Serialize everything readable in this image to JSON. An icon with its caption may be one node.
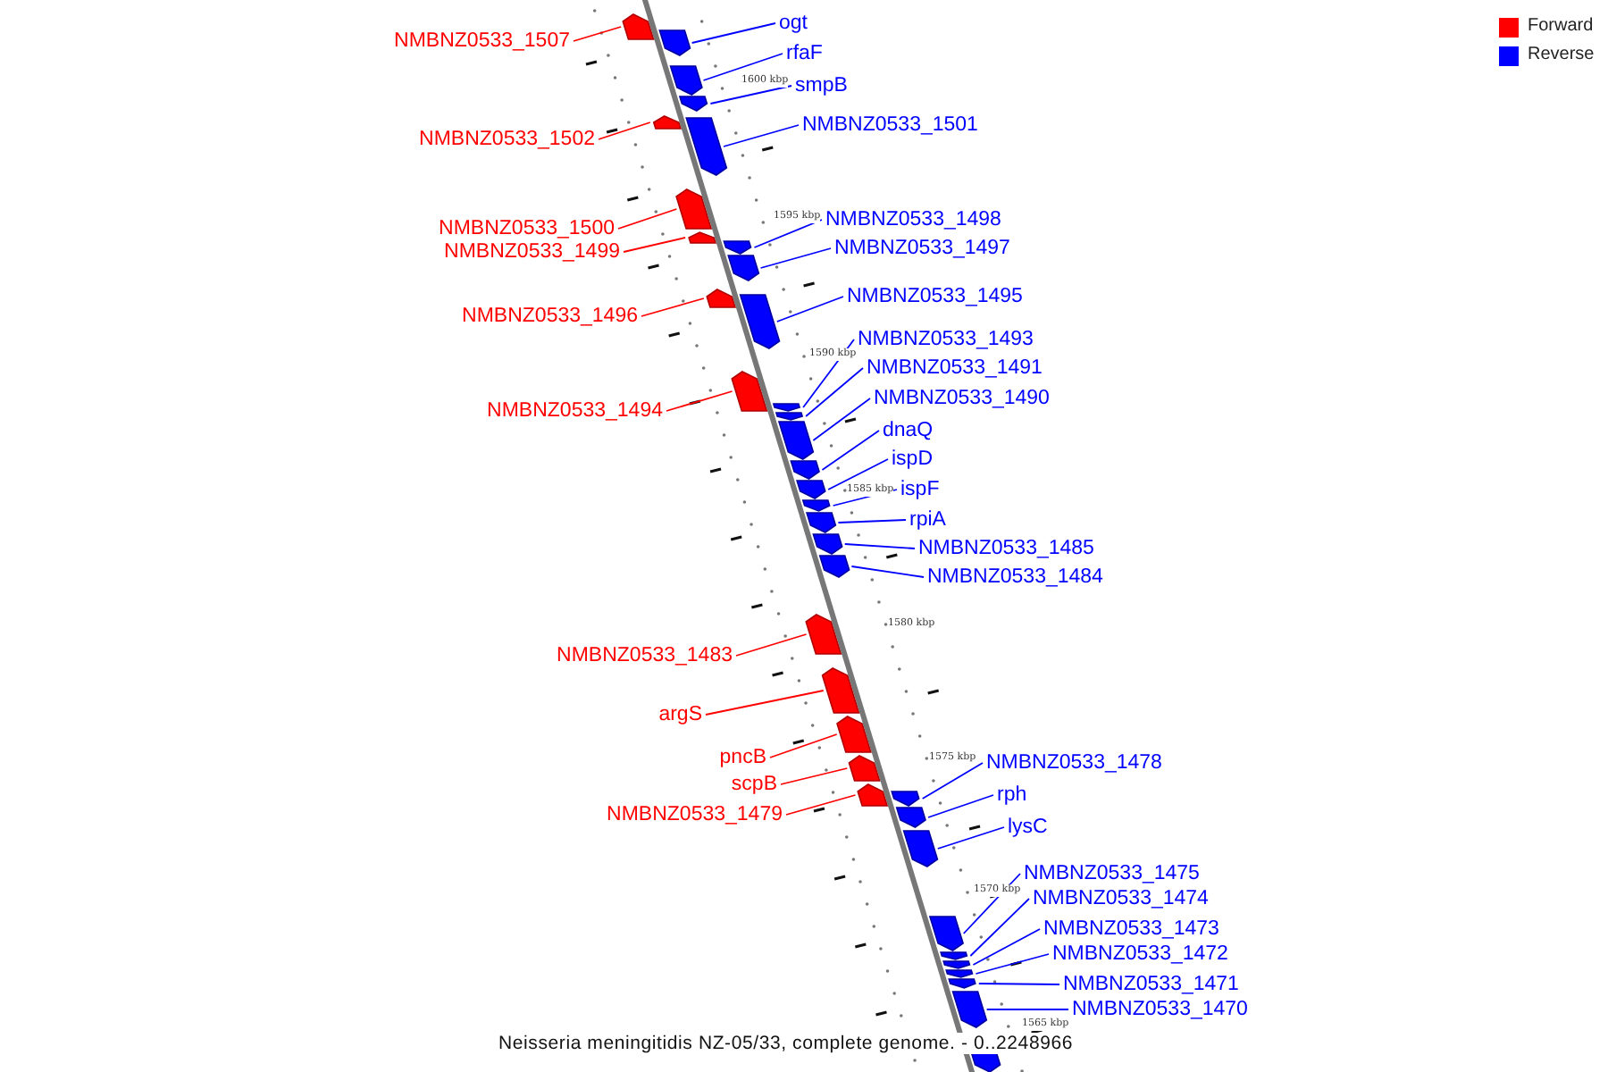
{
  "diagram": {
    "caption": "Neisseria meningitidis NZ-05/33, complete genome. - 0..2248966",
    "nodes": [
      {
        "text": [
          "ogt"
        ]
      },
      {
        "text": [
          "NMBNZ0533_1507"
        ]
      },
      {
        "text": [
          "rfaF"
        ]
      },
      {
        "text": [
          "smpB"
        ]
      },
      {
        "text": [
          "NMBNZ0533_1501"
        ]
      },
      {
        "text": [
          "NMBNZ0533_1502"
        ]
      },
      {
        "text": [
          "NMBNZ0533_1498"
        ]
      },
      {
        "text": [
          "NMBNZ0533_1500"
        ]
      },
      {
        "text": [
          "NMBNZ0533_1497"
        ]
      },
      {
        "text": [
          "NMBNZ0533_1499"
        ]
      },
      {
        "text": [
          "NMBNZ0533_1495"
        ]
      },
      {
        "text": [
          "NMBNZ0533_1496"
        ]
      },
      {
        "text": [
          "NMBNZ0533_1493"
        ]
      },
      {
        "text": [
          "NMBNZ0533_1491"
        ]
      },
      {
        "text": [
          "NMBNZ0533_1490"
        ]
      },
      {
        "text": [
          "NMBNZ0533_1494"
        ]
      },
      {
        "text": [
          "dnaQ"
        ]
      },
      {
        "text": [
          "ispD"
        ]
      },
      {
        "text": [
          "ispF"
        ]
      },
      {
        "text": [
          "rpiA"
        ]
      },
      {
        "text": [
          "NMBNZ0533_1485"
        ]
      },
      {
        "text": [
          "NMBNZ0533_1484"
        ]
      },
      {
        "text": [
          "NMBNZ0533_1483"
        ]
      },
      {
        "text": [
          "argS"
        ]
      },
      {
        "text": [
          "pncB"
        ]
      },
      {
        "text": [
          "NMBNZ0533_1478"
        ]
      },
      {
        "text": [
          "scpB"
        ]
      },
      {
        "text": [
          "rph"
        ]
      },
      {
        "text": [
          "NMBNZ0533_1479"
        ]
      },
      {
        "text": [
          "lysC"
        ]
      },
      {
        "text": [
          "NMBNZ0533_1475"
        ]
      },
      {
        "text": [
          "NMBNZ0533_1474"
        ]
      },
      {
        "text": [
          "NMBNZ0533_1473"
        ]
      },
      {
        "text": [
          "NMBNZ0533_1472"
        ]
      },
      {
        "text": [
          "NMBNZ0533_1471"
        ]
      },
      {
        "text": [
          "NMBNZ0533_1470"
        ]
      },
      {
        "text": [],
        "shape": "box"
      },
      {
        "text": [],
        "shape": "box"
      },
      {
        "text": [],
        "shape": "box"
      },
      {
        "text": [],
        "shape": "box"
      },
      {
        "text": [],
        "shape": "box"
      },
      {
        "text": [],
        "shape": "box"
      },
      {
        "text": [],
        "shape": "box"
      },
      {
        "text": [],
        "shape": "box"
      },
      {
        "text": [],
        "shape": "box"
      },
      {
        "text": [],
        "shape": "box"
      },
      {
        "text": [],
        "shape": "box"
      },
      {
        "text": [],
        "shape": "box"
      },
      {
        "text": [],
        "shape": "box"
      },
      {
        "text": [],
        "shape": "box"
      },
      {
        "text": [],
        "shape": "box"
      },
      {
        "text": [],
        "shape": "box"
      },
      {
        "text": [],
        "shape": "box"
      },
      {
        "text": [],
        "shape": "box"
      },
      {
        "text": [],
        "shape": "box"
      },
      {
        "text": [],
        "shape": "box"
      },
      {
        "text": [],
        "shape": "box"
      },
      {
        "text": [],
        "shape": "box"
      },
      {
        "text": [],
        "shape": "box"
      },
      {
        "text": [],
        "shape": "box"
      },
      {
        "text": [],
        "shape": "box"
      },
      {
        "text": [],
        "shape": "box"
      },
      {
        "text": [],
        "shape": "box"
      },
      {
        "text": [],
        "shape": "box"
      },
      {
        "text": [],
        "shape": "box"
      },
      {
        "text": [],
        "shape": "box"
      },
      {
        "text": [],
        "shape": "box"
      },
      {
        "text": [],
        "shape": "box"
      },
      {
        "text": [],
        "shape": "box"
      },
      {
        "text": [],
        "shape": "box"
      },
      {
        "text": [],
        "shape": "box"
      },
      {
        "text": [],
        "shape": "box"
      },
      {
        "text": [],
        "shape": "box"
      }
    ],
    "edges": [
      {
        "from": 0,
        "to": 37,
        "arrow": "none"
      },
      {
        "from": 1,
        "to": 36,
        "arrow": "none",
        "color": "#ff0000"
      },
      {
        "from": 2,
        "to": 38,
        "arrow": "none"
      },
      {
        "from": 3,
        "to": 39,
        "arrow": "none"
      },
      {
        "from": 4,
        "to": 41,
        "arrow": "none"
      },
      {
        "from": 5,
        "to": 40,
        "arrow": "none",
        "color": "#ff0000"
      },
      {
        "from": 6,
        "to": 44,
        "arrow": "none"
      },
      {
        "from": 7,
        "to": 42,
        "arrow": "none",
        "color": "#ff0000"
      },
      {
        "from": 8,
        "to": 45,
        "arrow": "none"
      },
      {
        "from": 9,
        "to": 43,
        "arrow": "none",
        "color": "#ff0000"
      },
      {
        "from": 10,
        "to": 47,
        "arrow": "none"
      },
      {
        "from": 11,
        "to": 46,
        "arrow": "none",
        "color": "#ff0000"
      },
      {
        "from": 12,
        "to": 49,
        "arrow": "none"
      },
      {
        "from": 13,
        "to": 50,
        "arrow": "none"
      },
      {
        "from": 14,
        "to": 51,
        "arrow": "none"
      },
      {
        "from": 15,
        "to": 48,
        "arrow": "none",
        "color": "#ff0000"
      },
      {
        "from": 16,
        "to": 52,
        "arrow": "none"
      },
      {
        "from": 17,
        "to": 53,
        "arrow": "none"
      },
      {
        "from": 18,
        "to": 54,
        "arrow": "none"
      },
      {
        "from": 19,
        "to": 55,
        "arrow": "none"
      },
      {
        "from": 20,
        "to": 56,
        "arrow": "none"
      },
      {
        "from": 21,
        "to": 57,
        "arrow": "none"
      },
      {
        "from": 22,
        "to": 58,
        "arrow": "none",
        "color": "#ff0000"
      },
      {
        "from": 23,
        "to": 59,
        "arrow": "none",
        "color": "#ff0000"
      },
      {
        "from": 24,
        "to": 60,
        "arrow": "none",
        "color": "#ff0000"
      },
      {
        "from": 25,
        "to": 63,
        "arrow": "none"
      },
      {
        "from": 26,
        "to": 61,
        "arrow": "none",
        "color": "#ff0000"
      },
      {
        "from": 27,
        "to": 64,
        "arrow": "none"
      },
      {
        "from": 28,
        "to": 62,
        "arrow": "none",
        "color": "#ff0000"
      },
      {
        "from": 29,
        "to": 65,
        "arrow": "none"
      },
      {
        "from": 30,
        "to": 66,
        "arrow": "none"
      },
      {
        "from": 31,
        "to": 67,
        "arrow": "none"
      },
      {
        "from": 32,
        "to": 68,
        "arrow": "none"
      },
      {
        "from": 33,
        "to": 69,
        "arrow": "none"
      },
      {
        "from": 34,
        "to": 70,
        "arrow": "none"
      },
      {
        "from": 35,
        "to": 71,
        "arrow": "none"
      }
    ],
    "labels": [
      "1600 kbp",
      "1595 kbp",
      "1590 kbp",
      "1585 kbp",
      "1580 kbp",
      "1575 kbp",
      "1570 kbp",
      "1565 kbp"
    ],
    "legend": [
      {
        "text": "Forward",
        "color": "#ff0000"
      },
      {
        "text": "Reverse",
        "color": "#0000ff"
      }
    ]
  }
}
